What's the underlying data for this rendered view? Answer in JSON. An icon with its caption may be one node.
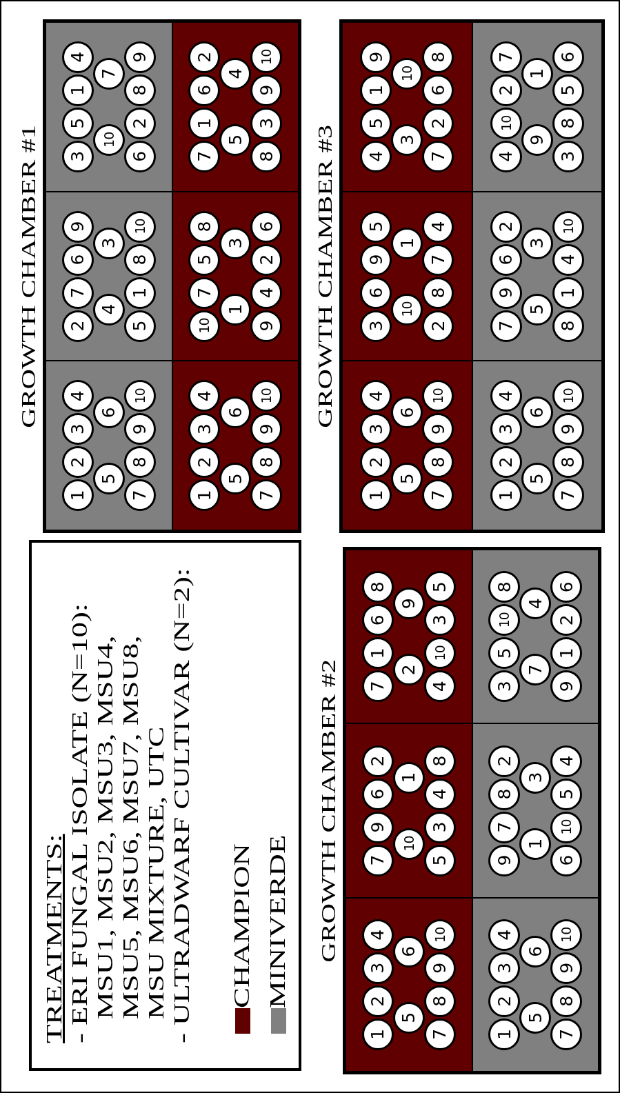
{
  "diagram": {
    "nodes": [
      {
        "text": [
          "TREATMENTS:",
          "- ERI FUNGAL ISOLATE (N=10):",
          "MSU1, MSU2, MSU3, MSU4, MSU5, MSU6, MSU7, MSU8, MSU MIXTURE, UTC",
          "- ULTRADWARF CULTIVAR (N=2):"
        ]
      },
      {
        "text": [
          "GROWTH CHAMBER #1"
        ]
      },
      {
        "text": [],
        "shape": "box",
        "in": 1
      },
      {
        "text": [
          "1"
        ],
        "in": 2
      },
      {
        "text": [
          "2"
        ],
        "in": 2
      },
      {
        "text": [
          "3"
        ],
        "in": 2
      },
      {
        "text": [
          "4"
        ],
        "in": 2
      },
      {
        "text": [
          "5"
        ],
        "in": 2
      },
      {
        "text": [
          "6"
        ],
        "in": 2
      },
      {
        "text": [
          "7"
        ],
        "in": 2
      },
      {
        "text": [
          "8"
        ],
        "in": 2
      },
      {
        "text": [
          "9"
        ],
        "in": 2
      },
      {
        "text": [
          "10"
        ],
        "in": 2
      },
      {
        "text": [],
        "shape": "box",
        "in": 1
      },
      {
        "text": [
          "2"
        ],
        "in": 13
      },
      {
        "text": [
          "7"
        ],
        "in": 13
      },
      {
        "text": [
          "6"
        ],
        "in": 13
      },
      {
        "text": [
          "9"
        ],
        "in": 13
      },
      {
        "text": [
          "4"
        ],
        "in": 13
      },
      {
        "text": [
          "3"
        ],
        "in": 13
      },
      {
        "text": [
          "5"
        ],
        "in": 13
      },
      {
        "text": [
          "1"
        ],
        "in": 13
      },
      {
        "text": [
          "8"
        ],
        "in": 13
      },
      {
        "text": [
          "10"
        ],
        "in": 13
      },
      {
        "text": [],
        "shape": "box",
        "in": 1
      },
      {
        "text": [
          "3"
        ],
        "in": 24
      },
      {
        "text": [
          "5"
        ],
        "in": 24
      },
      {
        "text": [
          "1"
        ],
        "in": 24
      },
      {
        "text": [
          "4"
        ],
        "in": 24
      },
      {
        "text": [
          "10"
        ],
        "in": 24
      },
      {
        "text": [
          "7"
        ],
        "in": 24
      },
      {
        "text": [
          "6"
        ],
        "in": 24
      },
      {
        "text": [
          "2"
        ],
        "in": 24
      },
      {
        "text": [
          "8"
        ],
        "in": 24
      },
      {
        "text": [
          "9"
        ],
        "in": 24
      },
      {
        "text": [],
        "shape": "box",
        "in": 1
      },
      {
        "text": [
          "1"
        ],
        "in": 35
      },
      {
        "text": [
          "2"
        ],
        "in": 35
      },
      {
        "text": [
          "3"
        ],
        "in": 35
      },
      {
        "text": [
          "4"
        ],
        "in": 35
      },
      {
        "text": [
          "5"
        ],
        "in": 35
      },
      {
        "text": [
          "6"
        ],
        "in": 35
      },
      {
        "text": [
          "7"
        ],
        "in": 35
      },
      {
        "text": [
          "8"
        ],
        "in": 35
      },
      {
        "text": [
          "9"
        ],
        "in": 35
      },
      {
        "text": [
          "10"
        ],
        "in": 35
      },
      {
        "text": [],
        "shape": "box",
        "in": 1
      },
      {
        "text": [
          "10"
        ],
        "in": 46
      },
      {
        "text": [
          "7"
        ],
        "in": 46
      },
      {
        "text": [
          "5"
        ],
        "in": 46
      },
      {
        "text": [
          "8"
        ],
        "in": 46
      },
      {
        "text": [
          "1"
        ],
        "in": 46
      },
      {
        "text": [
          "3"
        ],
        "in": 46
      },
      {
        "text": [
          "9"
        ],
        "in": 46
      },
      {
        "text": [
          "4"
        ],
        "in": 46
      },
      {
        "text": [
          "2"
        ],
        "in": 46
      },
      {
        "text": [
          "6"
        ],
        "in": 46
      },
      {
        "text": [],
        "shape": "box",
        "in": 1
      },
      {
        "text": [
          "7"
        ],
        "in": 57
      },
      {
        "text": [
          "1"
        ],
        "in": 57
      },
      {
        "text": [
          "6"
        ],
        "in": 57
      },
      {
        "text": [
          "2"
        ],
        "in": 57
      },
      {
        "text": [
          "5"
        ],
        "in": 57
      },
      {
        "text": [
          "4"
        ],
        "in": 57
      },
      {
        "text": [
          "8"
        ],
        "in": 57
      },
      {
        "text": [
          "3"
        ],
        "in": 57
      },
      {
        "text": [
          "9"
        ],
        "in": 57
      },
      {
        "text": [
          "10"
        ],
        "in": 57
      },
      {
        "text": [
          "GROWTH CHAMBER #2"
        ]
      },
      {
        "text": [],
        "shape": "box",
        "in": 68
      },
      {
        "text": [
          "1"
        ],
        "in": 69
      },
      {
        "text": [
          "2"
        ],
        "in": 69
      },
      {
        "text": [
          "3"
        ],
        "in": 69
      },
      {
        "text": [
          "4"
        ],
        "in": 69
      },
      {
        "text": [
          "5"
        ],
        "in": 69
      },
      {
        "text": [
          "6"
        ],
        "in": 69
      },
      {
        "text": [
          "7"
        ],
        "in": 69
      },
      {
        "text": [
          "8"
        ],
        "in": 69
      },
      {
        "text": [
          "9"
        ],
        "in": 69
      },
      {
        "text": [
          "10"
        ],
        "in": 69
      },
      {
        "text": [],
        "shape": "box",
        "in": 68
      },
      {
        "text": [
          "7"
        ],
        "in": 80
      },
      {
        "text": [
          "9"
        ],
        "in": 80
      },
      {
        "text": [
          "6"
        ],
        "in": 80
      },
      {
        "text": [
          "2"
        ],
        "in": 80
      },
      {
        "text": [
          "10"
        ],
        "in": 80
      },
      {
        "text": [
          "1"
        ],
        "in": 80
      },
      {
        "text": [
          "5"
        ],
        "in": 80
      },
      {
        "text": [
          "3"
        ],
        "in": 80
      },
      {
        "text": [
          "4"
        ],
        "in": 80
      },
      {
        "text": [
          "8"
        ],
        "in": 80
      },
      {
        "text": [],
        "shape": "box",
        "in": 68
      },
      {
        "text": [
          "7"
        ],
        "in": 91
      },
      {
        "text": [
          "1"
        ],
        "in": 91
      },
      {
        "text": [
          "6"
        ],
        "in": 91
      },
      {
        "text": [
          "8"
        ],
        "in": 91
      },
      {
        "text": [
          "2"
        ],
        "in": 91
      },
      {
        "text": [
          "9"
        ],
        "in": 91
      },
      {
        "text": [
          "4"
        ],
        "in": 91
      },
      {
        "text": [
          "10"
        ],
        "in": 91
      },
      {
        "text": [
          "3"
        ],
        "in": 91
      },
      {
        "text": [
          "5"
        ],
        "in": 91
      },
      {
        "text": [],
        "shape": "box",
        "in": 68
      },
      {
        "text": [
          "1"
        ],
        "in": 102
      },
      {
        "text": [
          "2"
        ],
        "in": 102
      },
      {
        "text": [
          "3"
        ],
        "in": 102
      },
      {
        "text": [
          "4"
        ],
        "in": 102
      },
      {
        "text": [
          "5"
        ],
        "in": 102
      },
      {
        "text": [
          "6"
        ],
        "in": 102
      },
      {
        "text": [
          "7"
        ],
        "in": 102
      },
      {
        "text": [
          "8"
        ],
        "in": 102
      },
      {
        "text": [
          "9"
        ],
        "in": 102
      },
      {
        "text": [
          "10"
        ],
        "in": 102
      },
      {
        "text": [],
        "shape": "box",
        "in": 68
      },
      {
        "text": [
          "9"
        ],
        "in": 113
      },
      {
        "text": [
          "7"
        ],
        "in": 113
      },
      {
        "text": [
          "8"
        ],
        "in": 113
      },
      {
        "text": [
          "2"
        ],
        "in": 113
      },
      {
        "text": [
          "1"
        ],
        "in": 113
      },
      {
        "text": [
          "3"
        ],
        "in": 113
      },
      {
        "text": [
          "6"
        ],
        "in": 113
      },
      {
        "text": [
          "10"
        ],
        "in": 113
      },
      {
        "text": [
          "5"
        ],
        "in": 113
      },
      {
        "text": [
          "4"
        ],
        "in": 113
      },
      {
        "text": [],
        "shape": "box",
        "in": 68
      },
      {
        "text": [
          "3"
        ],
        "in": 124
      },
      {
        "text": [
          "5"
        ],
        "in": 124
      },
      {
        "text": [
          "10"
        ],
        "in": 124
      },
      {
        "text": [
          "8"
        ],
        "in": 124
      },
      {
        "text": [
          "7"
        ],
        "in": 124
      },
      {
        "text": [
          "4"
        ],
        "in": 124
      },
      {
        "text": [
          "9"
        ],
        "in": 124
      },
      {
        "text": [
          "1"
        ],
        "in": 124
      },
      {
        "text": [
          "2"
        ],
        "in": 124
      },
      {
        "text": [
          "6"
        ],
        "in": 124
      },
      {
        "text": [
          "GROWTH CHAMBER #3"
        ]
      },
      {
        "text": [],
        "shape": "box",
        "in": 135
      },
      {
        "text": [
          "1"
        ],
        "in": 136
      },
      {
        "text": [
          "2"
        ],
        "in": 136
      },
      {
        "text": [
          "3"
        ],
        "in": 136
      },
      {
        "text": [
          "4"
        ],
        "in": 136
      },
      {
        "text": [
          "5"
        ],
        "in": 136
      },
      {
        "text": [
          "6"
        ],
        "in": 136
      },
      {
        "text": [
          "7"
        ],
        "in": 136
      },
      {
        "text": [
          "8"
        ],
        "in": 136
      },
      {
        "text": [
          "9"
        ],
        "in": 136
      },
      {
        "text": [
          "10"
        ],
        "in": 136
      },
      {
        "text": [],
        "shape": "box",
        "in": 135
      },
      {
        "text": [
          "3"
        ],
        "in": 147
      },
      {
        "text": [
          "6"
        ],
        "in": 147
      },
      {
        "text": [
          "9"
        ],
        "in": 147
      },
      {
        "text": [
          "5"
        ],
        "in": 147
      },
      {
        "text": [
          "10"
        ],
        "in": 147
      },
      {
        "text": [
          "1"
        ],
        "in": 147
      },
      {
        "text": [
          "2"
        ],
        "in": 147
      },
      {
        "text": [
          "8"
        ],
        "in": 147
      },
      {
        "text": [
          "7"
        ],
        "in": 147
      },
      {
        "text": [
          "4"
        ],
        "in": 147
      },
      {
        "text": [],
        "shape": "box",
        "in": 135
      },
      {
        "text": [
          "4"
        ],
        "in": 158
      },
      {
        "text": [
          "5"
        ],
        "in": 158
      },
      {
        "text": [
          "1"
        ],
        "in": 158
      },
      {
        "text": [
          "9"
        ],
        "in": 158
      },
      {
        "text": [
          "3"
        ],
        "in": 158
      },
      {
        "text": [
          "10"
        ],
        "in": 158
      },
      {
        "text": [
          "7"
        ],
        "in": 158
      },
      {
        "text": [
          "2"
        ],
        "in": 158
      },
      {
        "text": [
          "6"
        ],
        "in": 158
      },
      {
        "text": [
          "8"
        ],
        "in": 158
      },
      {
        "text": [],
        "shape": "box",
        "in": 135
      },
      {
        "text": [
          "1"
        ],
        "in": 169
      },
      {
        "text": [
          "2"
        ],
        "in": 169
      },
      {
        "text": [
          "3"
        ],
        "in": 169
      },
      {
        "text": [
          "4"
        ],
        "in": 169
      },
      {
        "text": [
          "5"
        ],
        "in": 169
      },
      {
        "text": [
          "6"
        ],
        "in": 169
      },
      {
        "text": [
          "7"
        ],
        "in": 169
      },
      {
        "text": [
          "8"
        ],
        "in": 169
      },
      {
        "text": [
          "9"
        ],
        "in": 169
      },
      {
        "text": [
          "10"
        ],
        "in": 169
      },
      {
        "text": [],
        "shape": "box",
        "in": 135
      },
      {
        "text": [
          "7"
        ],
        "in": 180
      },
      {
        "text": [
          "9"
        ],
        "in": 180
      },
      {
        "text": [
          "6"
        ],
        "in": 180
      },
      {
        "text": [
          "2"
        ],
        "in": 180
      },
      {
        "text": [
          "5"
        ],
        "in": 180
      },
      {
        "text": [
          "3"
        ],
        "in": 180
      },
      {
        "text": [
          "8"
        ],
        "in": 180
      },
      {
        "text": [
          "1"
        ],
        "in": 180
      },
      {
        "text": [
          "4"
        ],
        "in": 180
      },
      {
        "text": [
          "10"
        ],
        "in": 180
      },
      {
        "text": [],
        "shape": "box",
        "in": 135
      },
      {
        "text": [
          "4"
        ],
        "in": 191
      },
      {
        "text": [
          "10"
        ],
        "in": 191
      },
      {
        "text": [
          "2"
        ],
        "in": 191
      },
      {
        "text": [
          "7"
        ],
        "in": 191
      },
      {
        "text": [
          "9"
        ],
        "in": 191
      },
      {
        "text": [
          "1"
        ],
        "in": 191
      },
      {
        "text": [
          "3"
        ],
        "in": 191
      },
      {
        "text": [
          "8"
        ],
        "in": 191
      },
      {
        "text": [
          "5"
        ],
        "in": 191
      },
      {
        "text": [
          "6"
        ],
        "in": 191
      }
    ],
    "legend": [
      {
        "text": "CHAMPION",
        "color": "#600000"
      },
      {
        "text": "MINIVERDE",
        "color": "#808080"
      }
    ]
  }
}
